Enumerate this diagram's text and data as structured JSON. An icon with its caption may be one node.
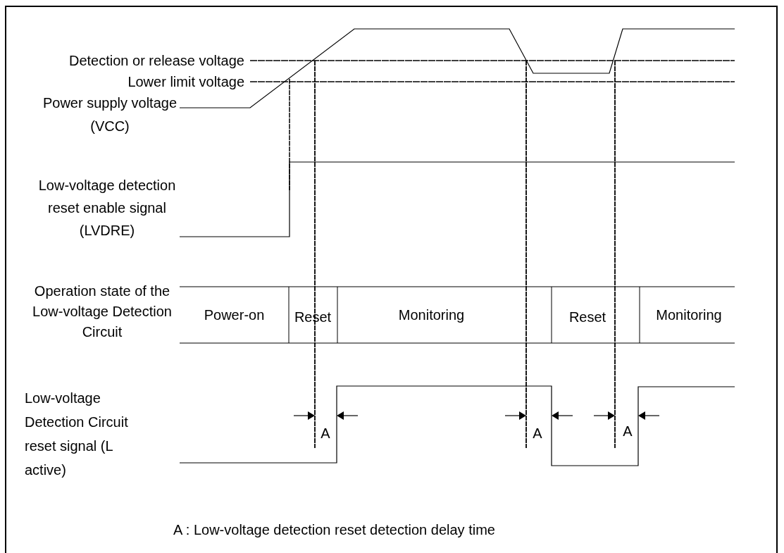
{
  "diagram": {
    "labels": [
      "Detection or release voltage",
      "Lower limit voltage",
      "Power supply voltage (VCC)",
      "Low-voltage detection reset enable signal (LVDRE)",
      "Operation state of the Low-voltage Detection Circuit",
      "Power-on",
      "Reset",
      "Monitoring",
      "Reset",
      "Monitoring",
      "Low-voltage Detection Circuit reset signal (L active)",
      "A",
      "A",
      "A",
      "A : Low-voltage detection reset detection delay time"
    ]
  }
}
